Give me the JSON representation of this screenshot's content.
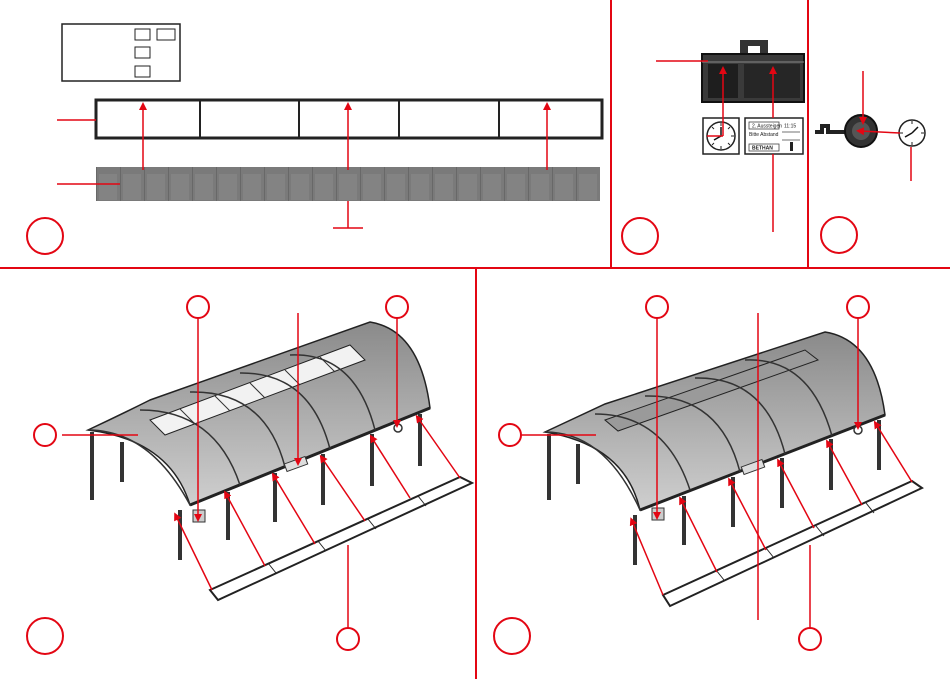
{
  "sheet": {
    "accent_color": "#e30613",
    "line_color": "#1a1a1a",
    "roof_color": "#5c5c5c",
    "steps": [
      {
        "id": "step-1",
        "label": ""
      },
      {
        "id": "step-2",
        "label": ""
      },
      {
        "id": "step-3",
        "label": ""
      },
      {
        "id": "step-4",
        "label": ""
      },
      {
        "id": "step-5",
        "label": ""
      }
    ],
    "station_sign": {
      "line1": "2. Aussteigen",
      "line2": "Bitte Abstand",
      "line3": "",
      "name": "BETHAN",
      "time": "11:15"
    },
    "icons": [
      "clock-icon",
      "station-sign-icon",
      "lamp-icon"
    ]
  }
}
